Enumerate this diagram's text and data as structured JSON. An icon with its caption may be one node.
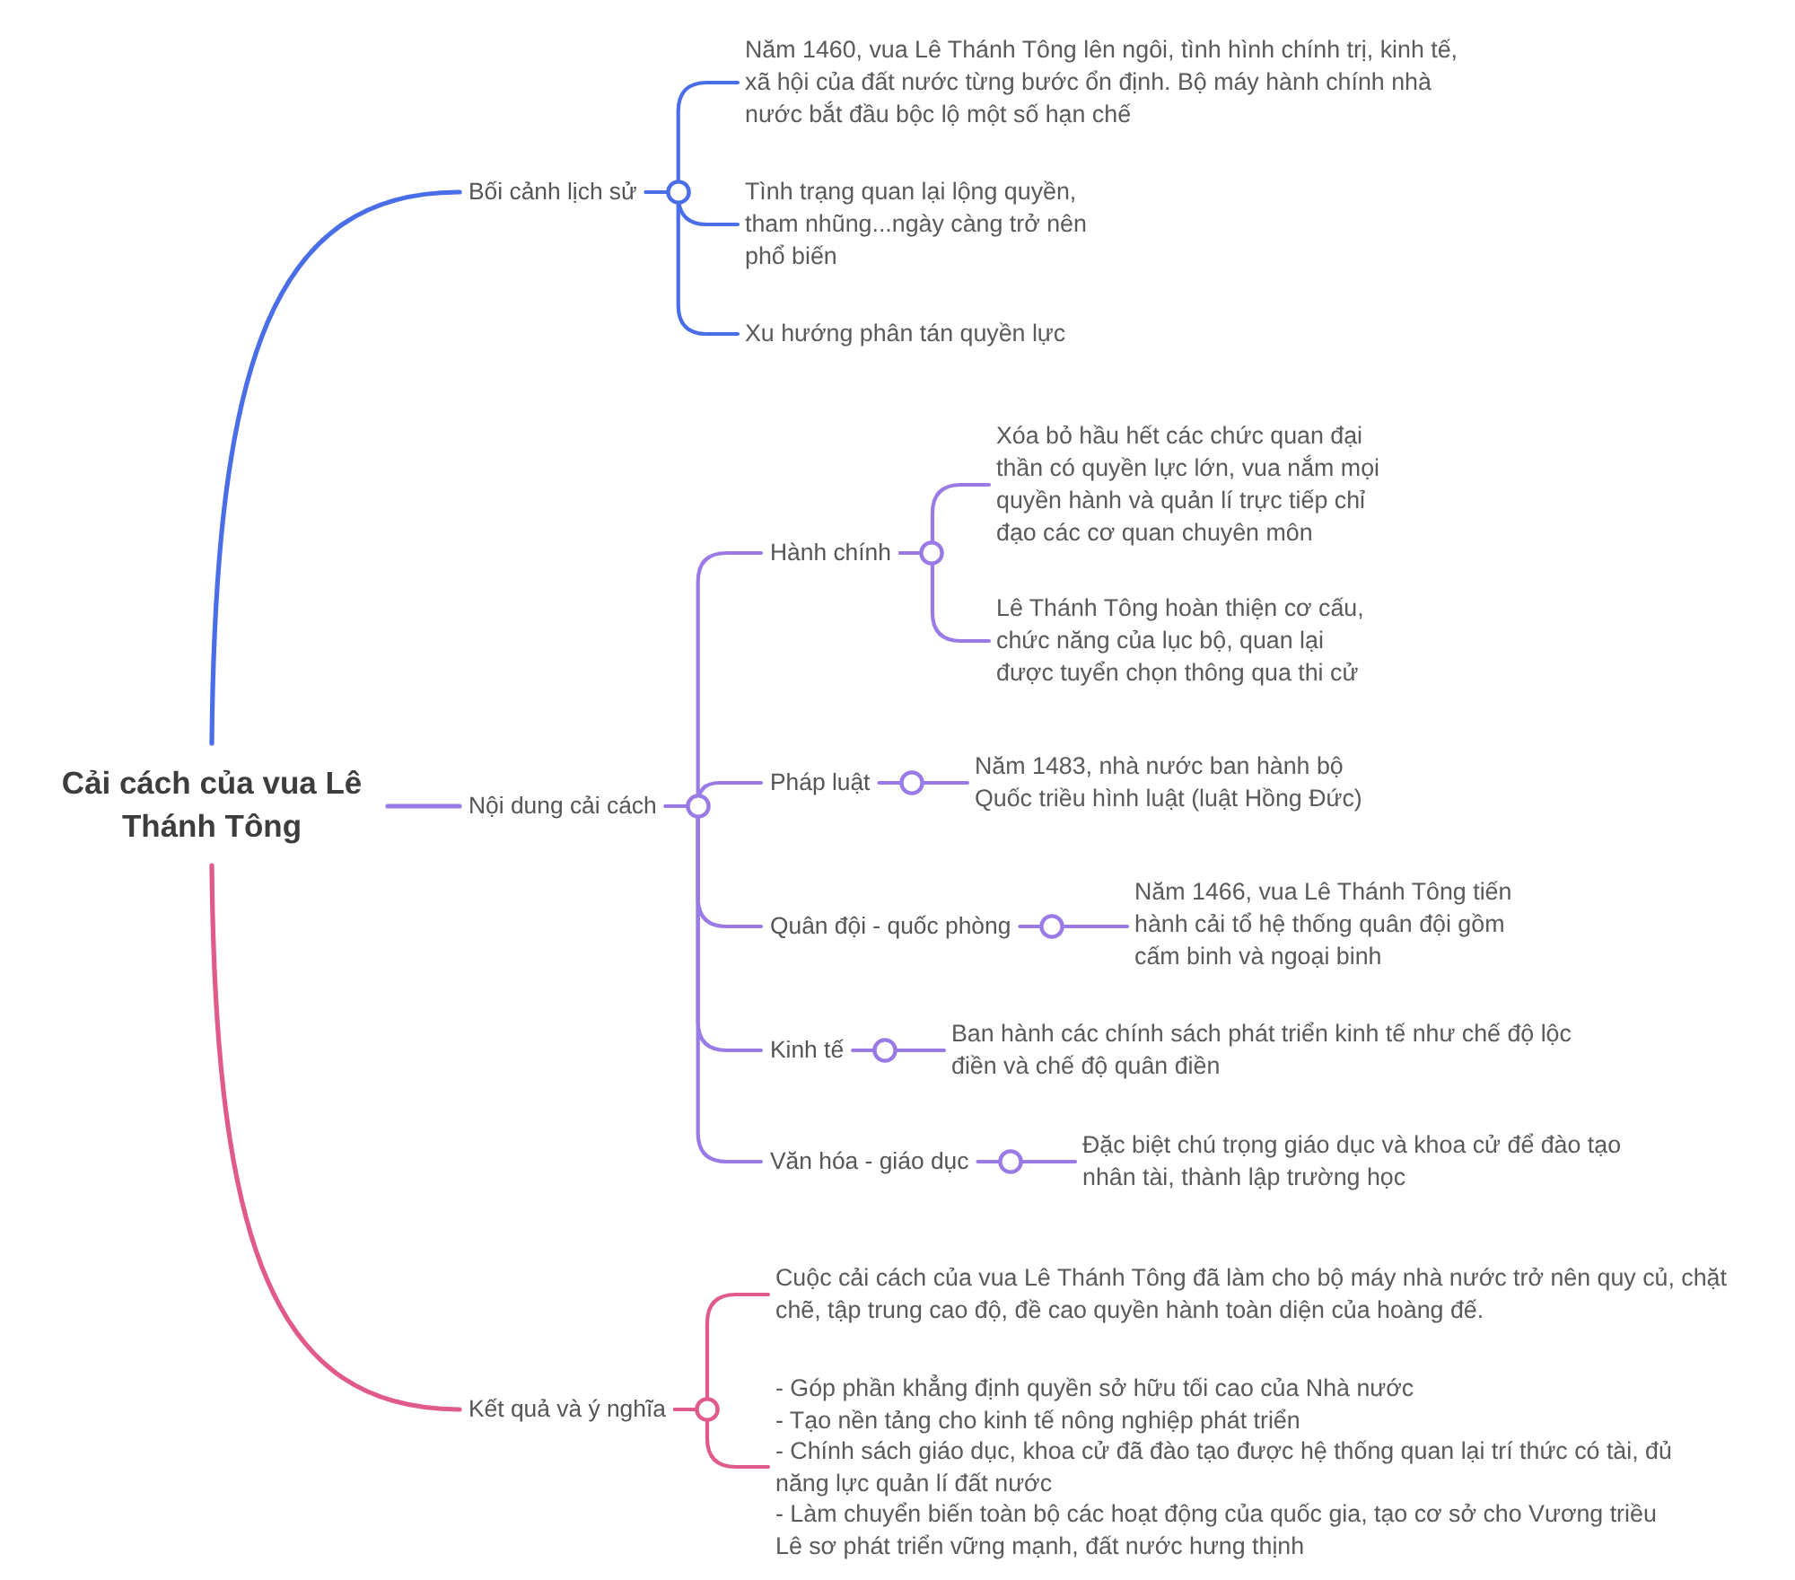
{
  "diagram": {
    "nodes": [
      {
        "text": [
          "Cải cách của vua Lê Thánh Tông"
        ]
      },
      {
        "text": [
          "Bối cảnh lịch sử"
        ]
      },
      {
        "text": [
          "Năm 1460, vua Lê Thánh Tông lên ngôi, tình hình chính trị, kinh tế, xã hội của đất nước từng bước ổn định. Bộ máy hành chính nhà nước bắt đầu bộc lộ một số hạn chế"
        ]
      },
      {
        "text": [
          "Tình trạng quan lại lộng quyền, tham nhũng...ngày càng trở nên phổ biến"
        ]
      },
      {
        "text": [
          "Xu hướng phân tán quyền lực"
        ]
      },
      {
        "text": [
          "Nội dung cải cách"
        ]
      },
      {
        "text": [
          "Hành chính"
        ]
      },
      {
        "text": [
          "Xóa bỏ hầu hết các chức quan đại thần có quyền lực lớn, vua nắm mọi quyền hành và quản lí trực tiếp chỉ đạo các cơ quan chuyên môn"
        ]
      },
      {
        "text": [
          "Lê Thánh Tông hoàn thiện cơ cấu, chức năng của lục bộ, quan lại được tuyển chọn thông qua thi cử"
        ]
      },
      {
        "text": [
          "Pháp luật"
        ]
      },
      {
        "text": [
          "Năm 1483, nhà nước ban hành bộ Quốc triều hình luật (luật Hồng Đức)"
        ]
      },
      {
        "text": [
          "Quân đội - quốc phòng"
        ]
      },
      {
        "text": [
          "Năm 1466, vua Lê Thánh Tông tiến hành cải tổ hệ thống quân đội gồm cấm binh và ngoại binh"
        ]
      },
      {
        "text": [
          "Kinh tế"
        ]
      },
      {
        "text": [
          "Ban hành các chính sách phát triển kinh tế như chế độ lộc điền và chế độ quân điền"
        ]
      },
      {
        "text": [
          "Văn hóa - giáo dục"
        ]
      },
      {
        "text": [
          "Đặc biệt chú trọng giáo dục và khoa cử để đào tạo nhân tài, thành lập trường học"
        ]
      },
      {
        "text": [
          "Kết quả và ý nghĩa"
        ]
      },
      {
        "text": [
          "Cuộc cải cách của vua Lê Thánh Tông đã làm cho bộ máy nhà nước trở nên quy củ, chặt chẽ, tập trung cao độ, đề cao quyền hành toàn diện của hoàng đế."
        ]
      },
      {
        "text": [
          "- Góp phần khẳng định quyền sở hữu tối cao của Nhà nước",
          "- Tạo nền tảng cho kinh tế nông nghiệp phát triển",
          "- Chính sách giáo dục, khoa cử đã đào tạo được hệ thống quan lại trí thức có tài, đủ năng lực quản lí đất nước",
          "- Làm chuyển biến toàn bộ các hoạt động của quốc gia, tạo cơ sở cho Vương triều Lê sơ phát triển vững mạnh, đất nước hưng thịnh"
        ]
      }
    ],
    "edges": [
      {
        "from": 0,
        "to": 1,
        "arrow": "none",
        "color": "#4a6ee8"
      },
      {
        "from": 1,
        "to": 2,
        "arrow": "none",
        "color": "#4a6ee8"
      },
      {
        "from": 1,
        "to": 3,
        "arrow": "none",
        "color": "#4a6ee8"
      },
      {
        "from": 1,
        "to": 4,
        "arrow": "none",
        "color": "#4a6ee8"
      },
      {
        "from": 0,
        "to": 5,
        "arrow": "none"
      },
      {
        "from": 5,
        "to": 6,
        "arrow": "none"
      },
      {
        "from": 6,
        "to": 7,
        "arrow": "none"
      },
      {
        "from": 6,
        "to": 8,
        "arrow": "none"
      },
      {
        "from": 5,
        "to": 9,
        "arrow": "none"
      },
      {
        "from": 9,
        "to": 10,
        "arrow": "none"
      },
      {
        "from": 5,
        "to": 11,
        "arrow": "none"
      },
      {
        "from": 11,
        "to": 12,
        "arrow": "none"
      },
      {
        "from": 5,
        "to": 13,
        "arrow": "none"
      },
      {
        "from": 13,
        "to": 14,
        "arrow": "none"
      },
      {
        "from": 5,
        "to": 15,
        "arrow": "none"
      },
      {
        "from": 15,
        "to": 16,
        "arrow": "none"
      },
      {
        "from": 0,
        "to": 17,
        "arrow": "none",
        "color": "#e05a8c"
      },
      {
        "from": 17,
        "to": 18,
        "arrow": "none",
        "color": "#e05a8c"
      },
      {
        "from": 17,
        "to": 19,
        "arrow": "none",
        "color": "#e05a8c"
      }
    ]
  }
}
